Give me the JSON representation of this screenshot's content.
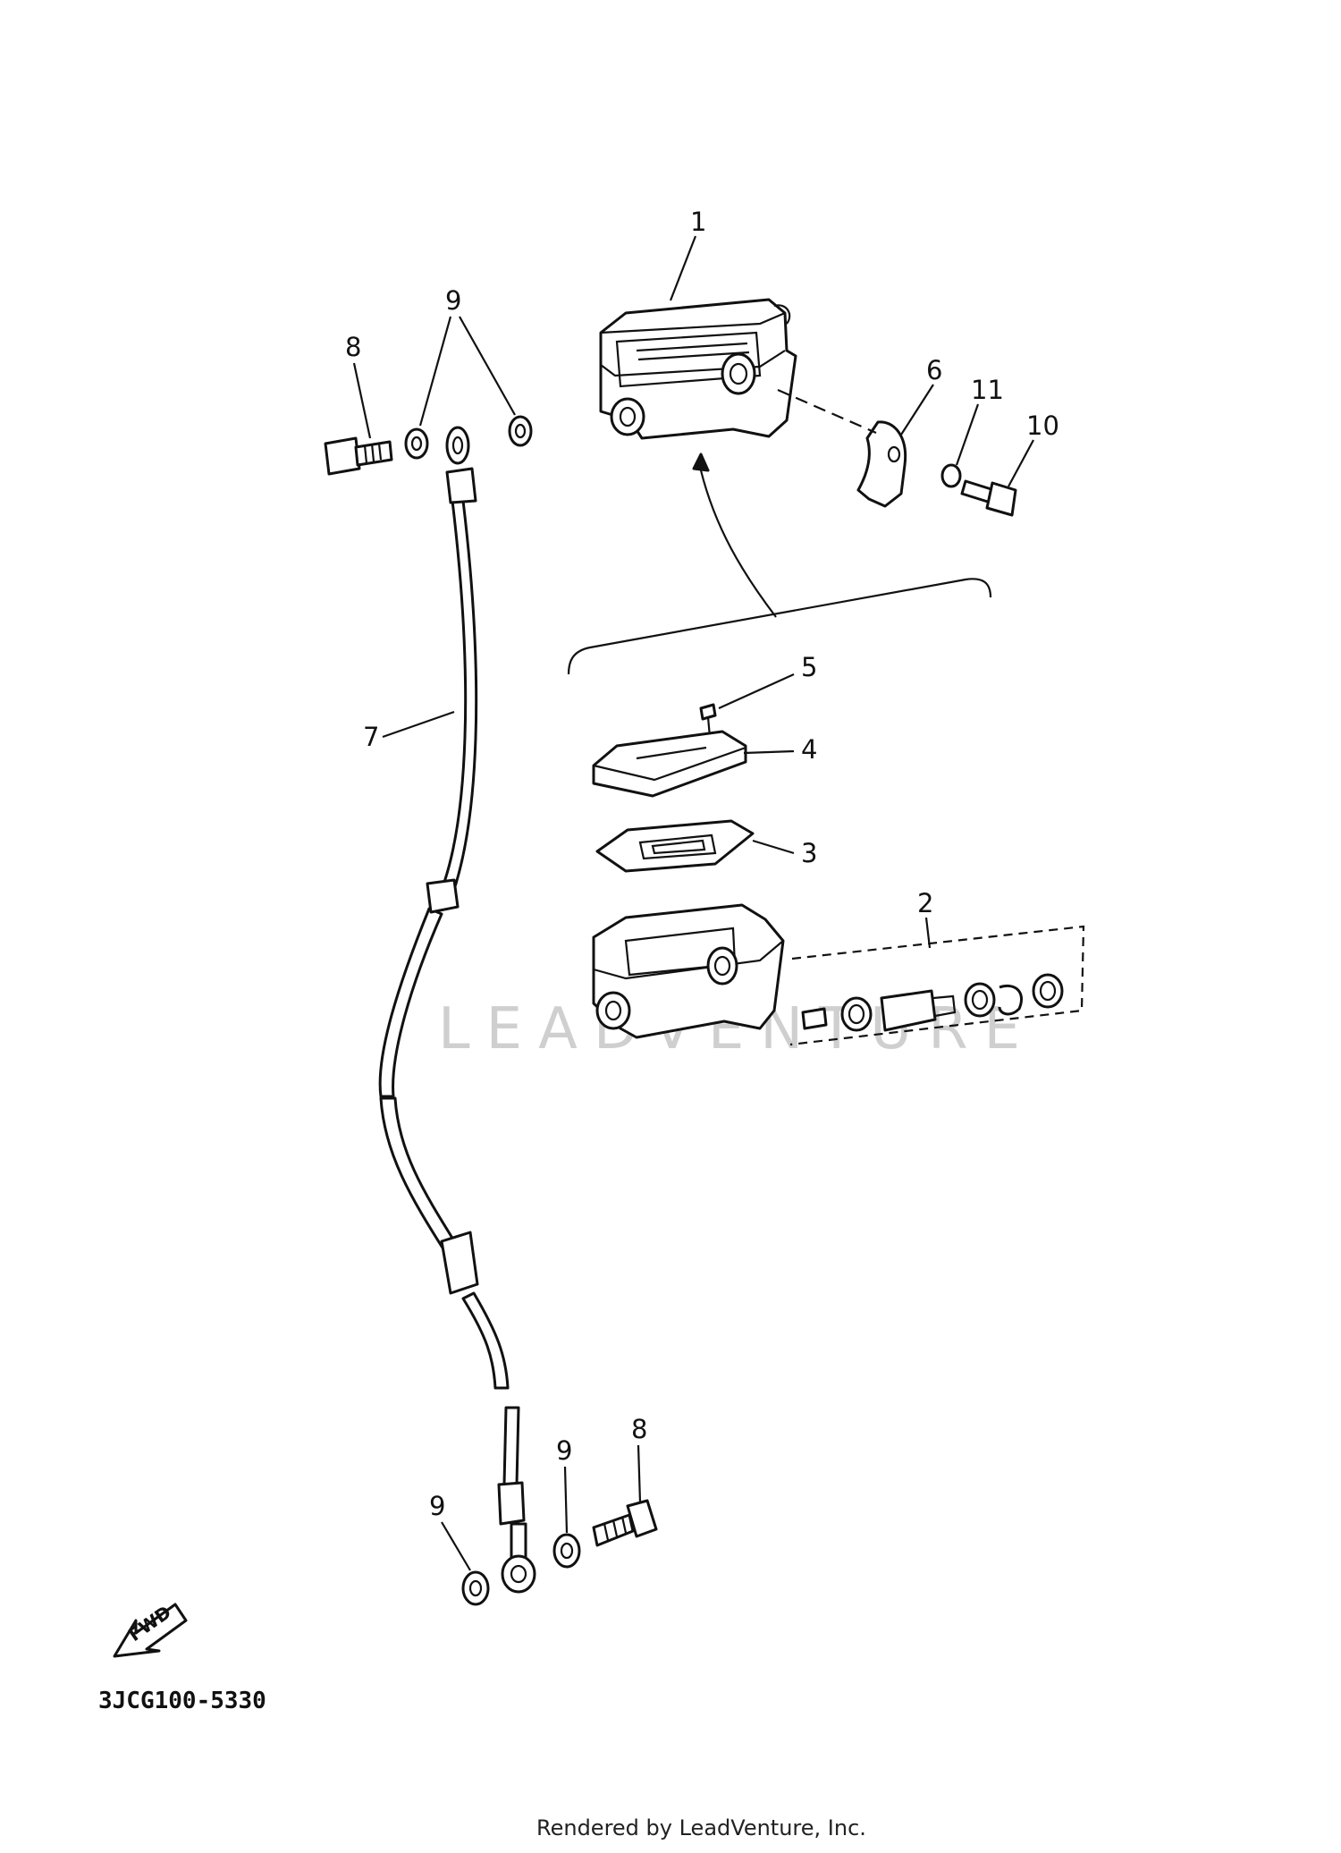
{
  "callouts": {
    "c1": "1",
    "c2": "2",
    "c3": "3",
    "c4": "4",
    "c5": "5",
    "c6": "6",
    "c7": "7",
    "c8a": "8",
    "c8b": "8",
    "c9a": "9",
    "c9b": "9",
    "c9c": "9",
    "c10": "10",
    "c11": "11"
  },
  "fwd_label": "FWD",
  "watermark": "LEADVENTURE",
  "diagram_code": "3JCG100-5330",
  "footer": "Rendered by LeadVenture, Inc."
}
